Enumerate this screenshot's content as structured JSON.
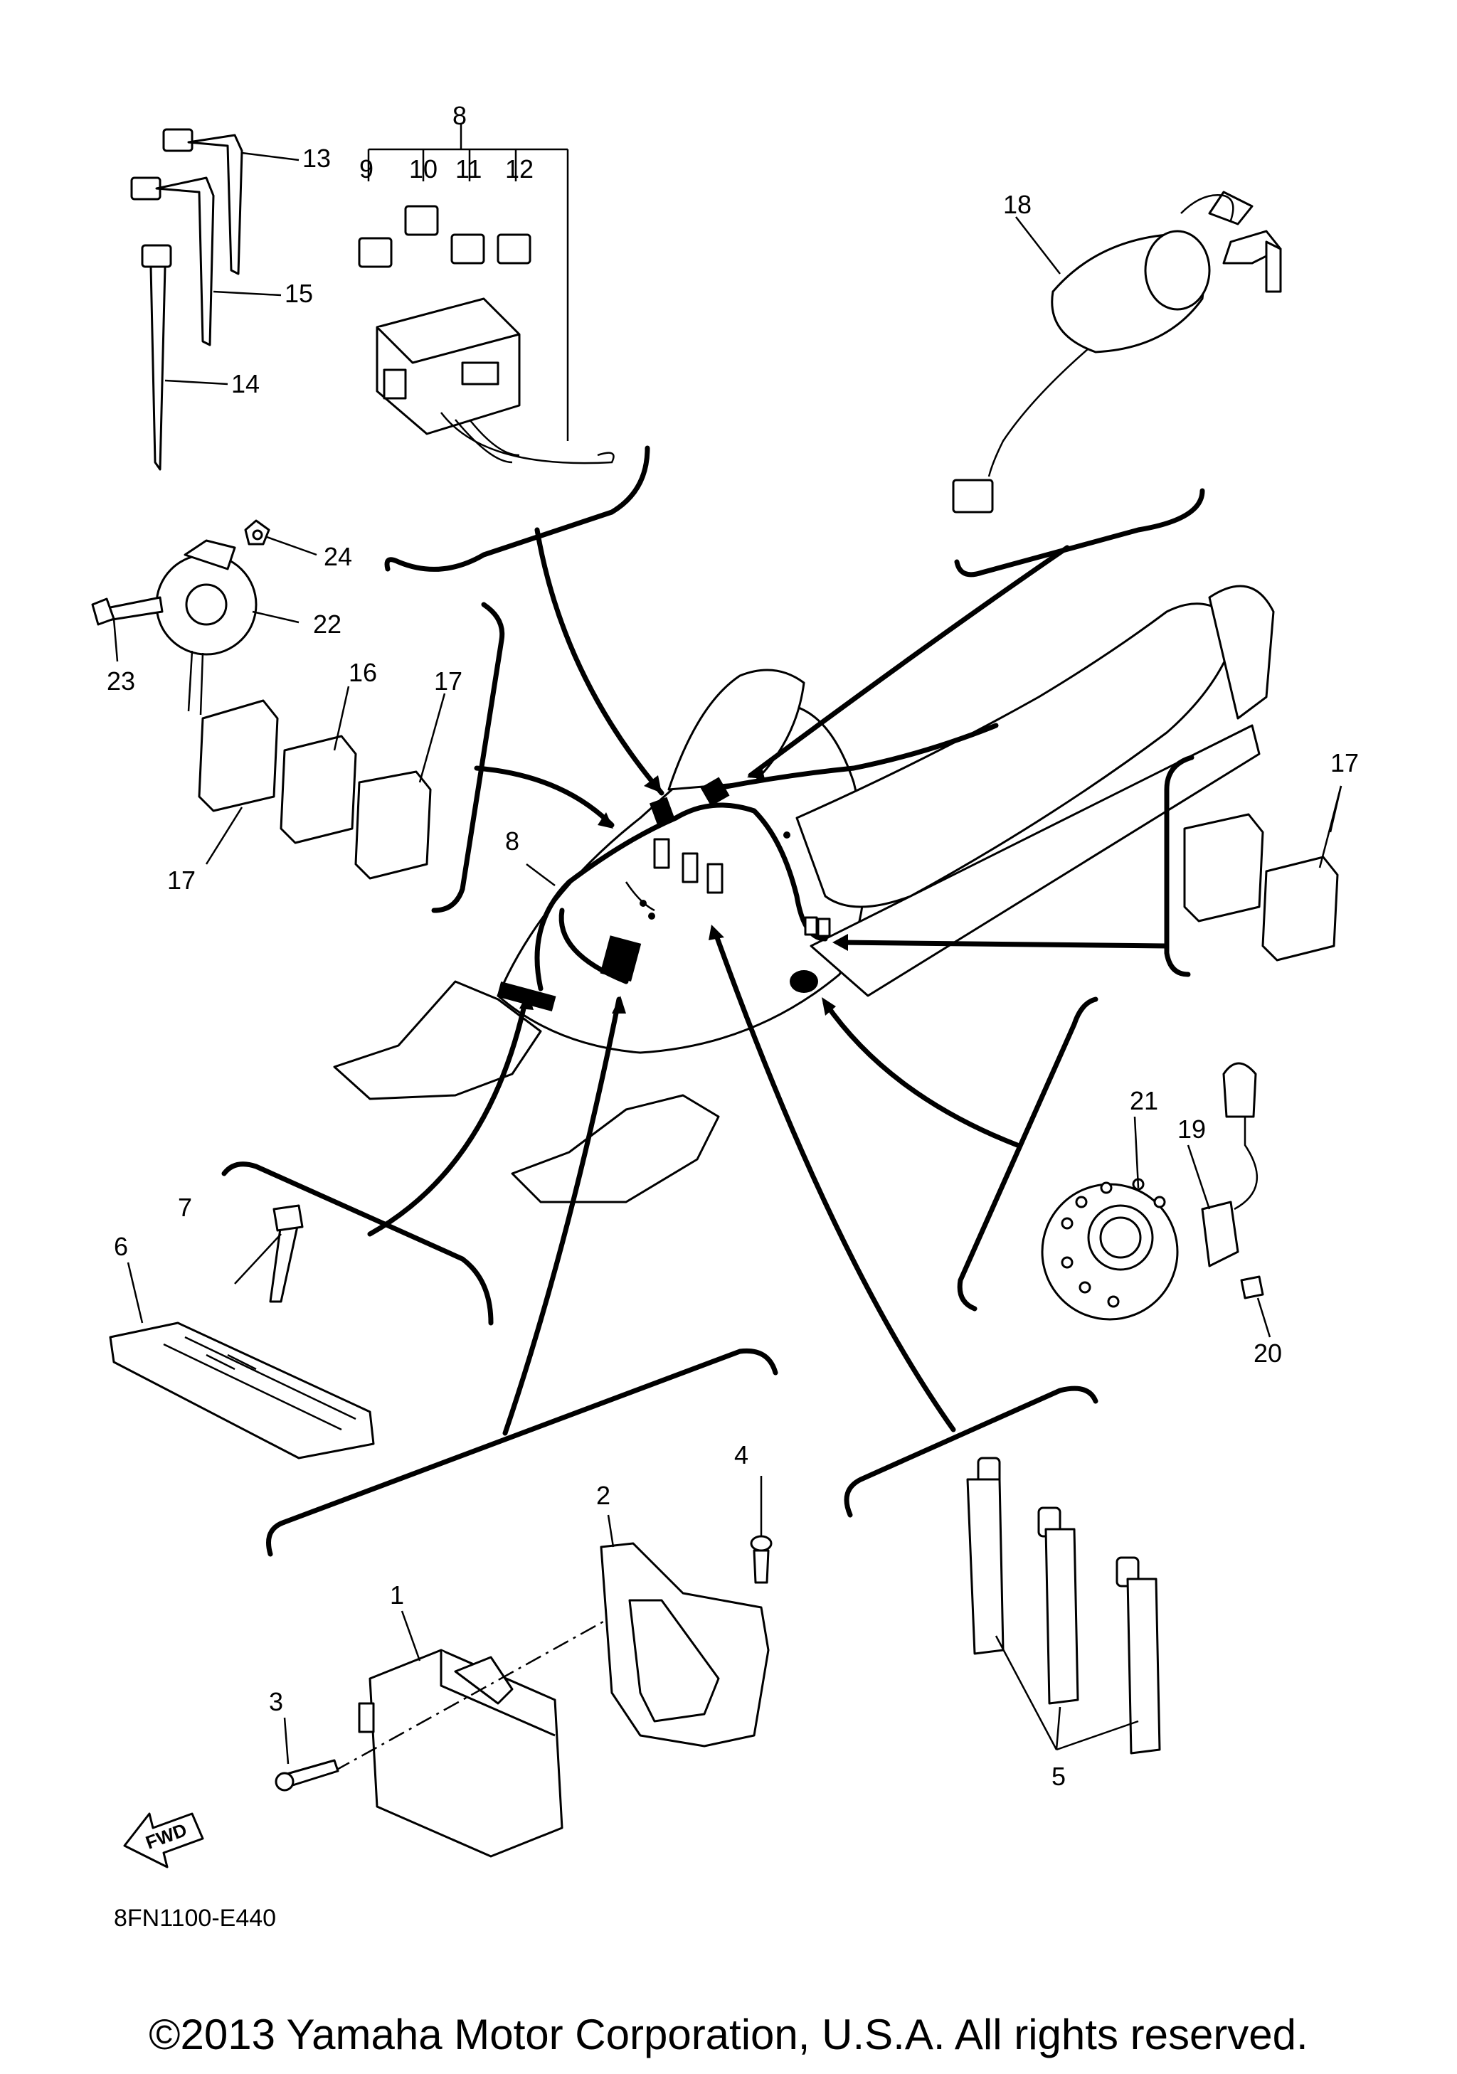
{
  "diagram": {
    "drawing_code": "8FN1100-E440",
    "fwd_label": "FWD",
    "copyright": "©2013 Yamaha Motor Corporation, U.S.A. All rights reserved.",
    "callouts": {
      "c1": "1",
      "c2": "2",
      "c3": "3",
      "c4": "4",
      "c5": "5",
      "c6": "6",
      "c7": "7",
      "c8_top": "8",
      "c8_mid": "8",
      "c9": "9",
      "c10": "10",
      "c11": "11",
      "c12": "12",
      "c13": "13",
      "c14": "14",
      "c15": "15",
      "c16": "16",
      "c17_a": "17",
      "c17_b": "17",
      "c17_c": "17",
      "c18": "18",
      "c19": "19",
      "c20": "20",
      "c21": "21",
      "c22": "22",
      "c23": "23",
      "c24": "24"
    }
  }
}
